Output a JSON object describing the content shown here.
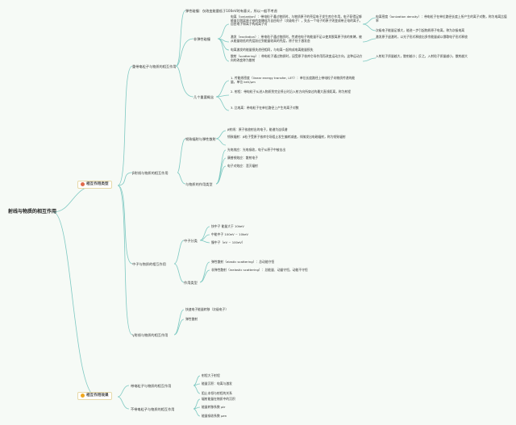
{
  "root": "射线与物质的相互作用",
  "branch1": {
    "title": "相互作用类型",
    "icon": "house-icon",
    "heavy": {
      "title": "重带电粒子与物质的相互作用",
      "elastic": "弹性碰撞：仅改变能量低于100eV时有意义，所以一般不考虑",
      "inelastic": {
        "title": "非弹性碰撞",
        "ionization": "电离（ionization）：带电粒子通过物质时，与物质原子的壳层电子发生库仑作用，电子获得足够能量后脱离原子核的束缚成为自由电子（次级电子），失去一个电子的原子则变成带正电的离子。自由电子和离子构成离子对",
        "ion_density": "电离密度（ionization density）：带电粒子在单位路径长度上所产生的离子对数，称为电离比值率",
        "sub_ion": "次级电子能量足够大，能进一步引起物质原子电离，称为次级电离",
        "excitation": "激发（excitation）：带电粒子通过物质时，传递给电子的能量不足以使其脱离原子核的束缚，被从能量较低的壳层跃迁到能量较高的壳层，原子处于激发态",
        "excitation_extra": "激发原子退激时，以光子形式释放出多余能量或以俄歇电子形式释放",
        "excitation2": "电离激发的能量损失途径相同，与电离一起构成电离能量损失",
        "scatter": "散射（scattering）：带电粒子通过物质时，因受原子核库仑场作用而改变运动方向，这种运动方向的改变称为散射",
        "scatter_extra": "入射粒子质量越大，散射越小；反之，入射粒子质量越小，散射越大"
      },
      "concepts": {
        "title": "几个重要概念",
        "let": "1. 传能线密度（linear energy transfer, LET）：单位长度路径上带电粒子向物质传递的能量，单位 keV/μm",
        "range": "2. 射程：带电粒子从进入物质到完全停止时沿入射方向所穿过的最大直线距离，称为射程",
        "specific": "3. 比电离：带电粒子在单位路径上产生的离子对数"
      }
    },
    "beta": {
      "title": "β射线与物质的相互作用",
      "a": "韧致辐射与弹性散射",
      "a1": "β射线：原子核放射出的电子，能谱为连续谱",
      "a2": "韧致辐射：β粒子受原子核库仑场阻止发生偏转减速，伴随发出电磁辐射，称为韧致辐射",
      "b": "与物质的作用类型",
      "b1": "光电效应：光电吸收，电子从原子中被击出",
      "b2": "康普顿效应：散射电子",
      "b3": "电子对效应：湮灭辐射"
    },
    "neutron": {
      "title": "中子与物质的相互作用",
      "class": "中子分类",
      "c1": "快中子 能量大于 10keV",
      "c2": "中能中子 100eV ~ 10keV",
      "c3": "慢中子（eV ~ 100eV）",
      "types": "作用类型",
      "t1": "弹性散射（elastic scattering）：总动能守恒",
      "t2": "非弹性散射（inelastic scattering）：总能量、动量守恒，动能不守恒"
    },
    "gamma": {
      "title": "γ射线与物质的相互作用",
      "g1": "快速电子能量转移（次级电子）",
      "g2": "弹性散射"
    }
  },
  "branch2": {
    "title": "相互作用效果",
    "icon": "sun-icon",
    "r1": "带电粒子与物质的相互作用",
    "r1a": "射程大于射程",
    "r1b": "能量沉积：电离与激发",
    "r1c": "阻止本领与射程的关系",
    "r2": "不带电粒子与物质的相互作用",
    "r2a": "辐射能量在物质中的沉积",
    "r2b": "能量转移系数 μtr",
    "r2c": "能量吸收系数 μen"
  },
  "colors": {
    "line": "#7ec9c2",
    "accent": "#e06a4c",
    "accent2": "#f0a81e"
  }
}
